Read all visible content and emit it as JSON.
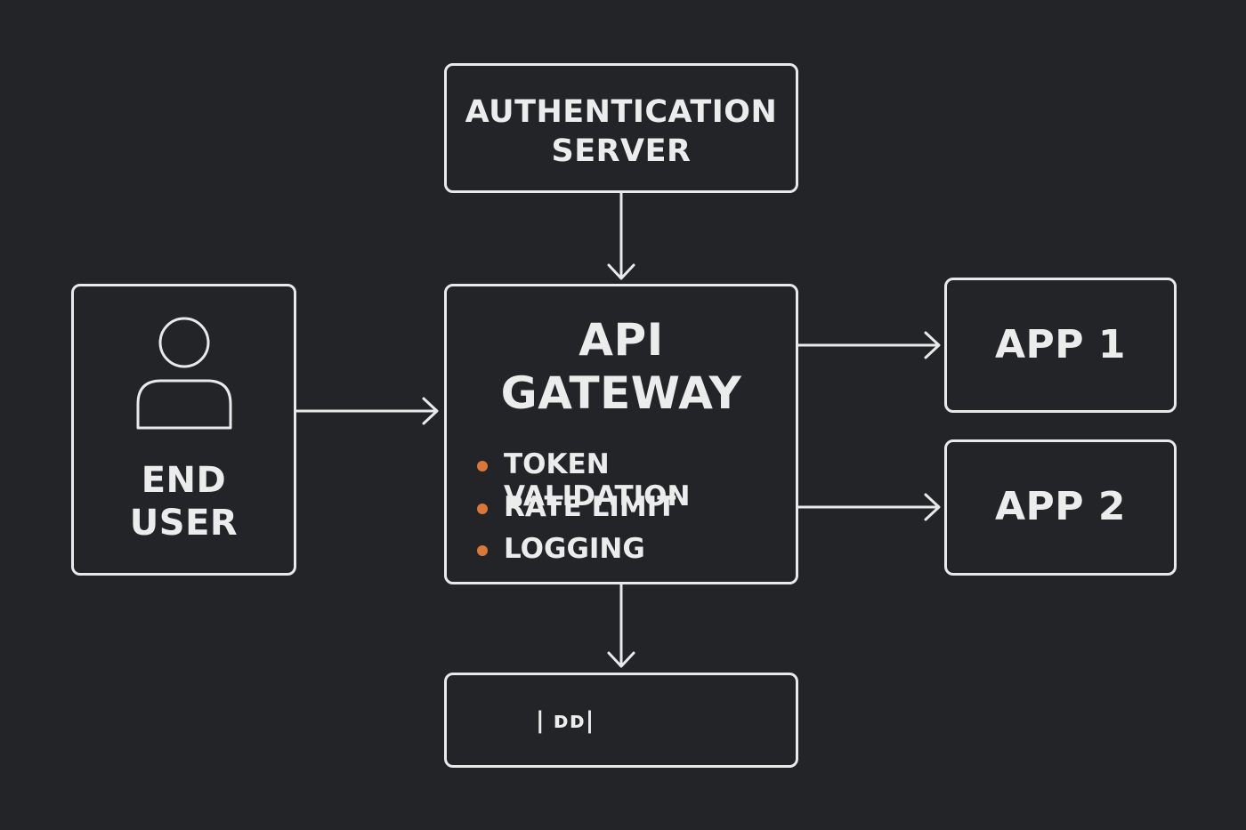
{
  "colors": {
    "background": "#232427",
    "line": "#e9e9e9",
    "text": "#ececec",
    "bullet": "#d9783a"
  },
  "auth_server": {
    "line1": "AUTHENTICATION",
    "line2": "SERVER"
  },
  "end_user": {
    "icon": "user-icon",
    "line1": "END",
    "line2": "USER"
  },
  "gateway": {
    "line1": "API",
    "line2": "GATEWAY",
    "features": [
      "TOKEN VALIDATION",
      "RATE LIMIT",
      "LOGGING"
    ]
  },
  "apps": [
    {
      "label": "APP 1"
    },
    {
      "label": "APP 2"
    }
  ],
  "bottom_box": {
    "label": "| ᴅᴅ|"
  }
}
